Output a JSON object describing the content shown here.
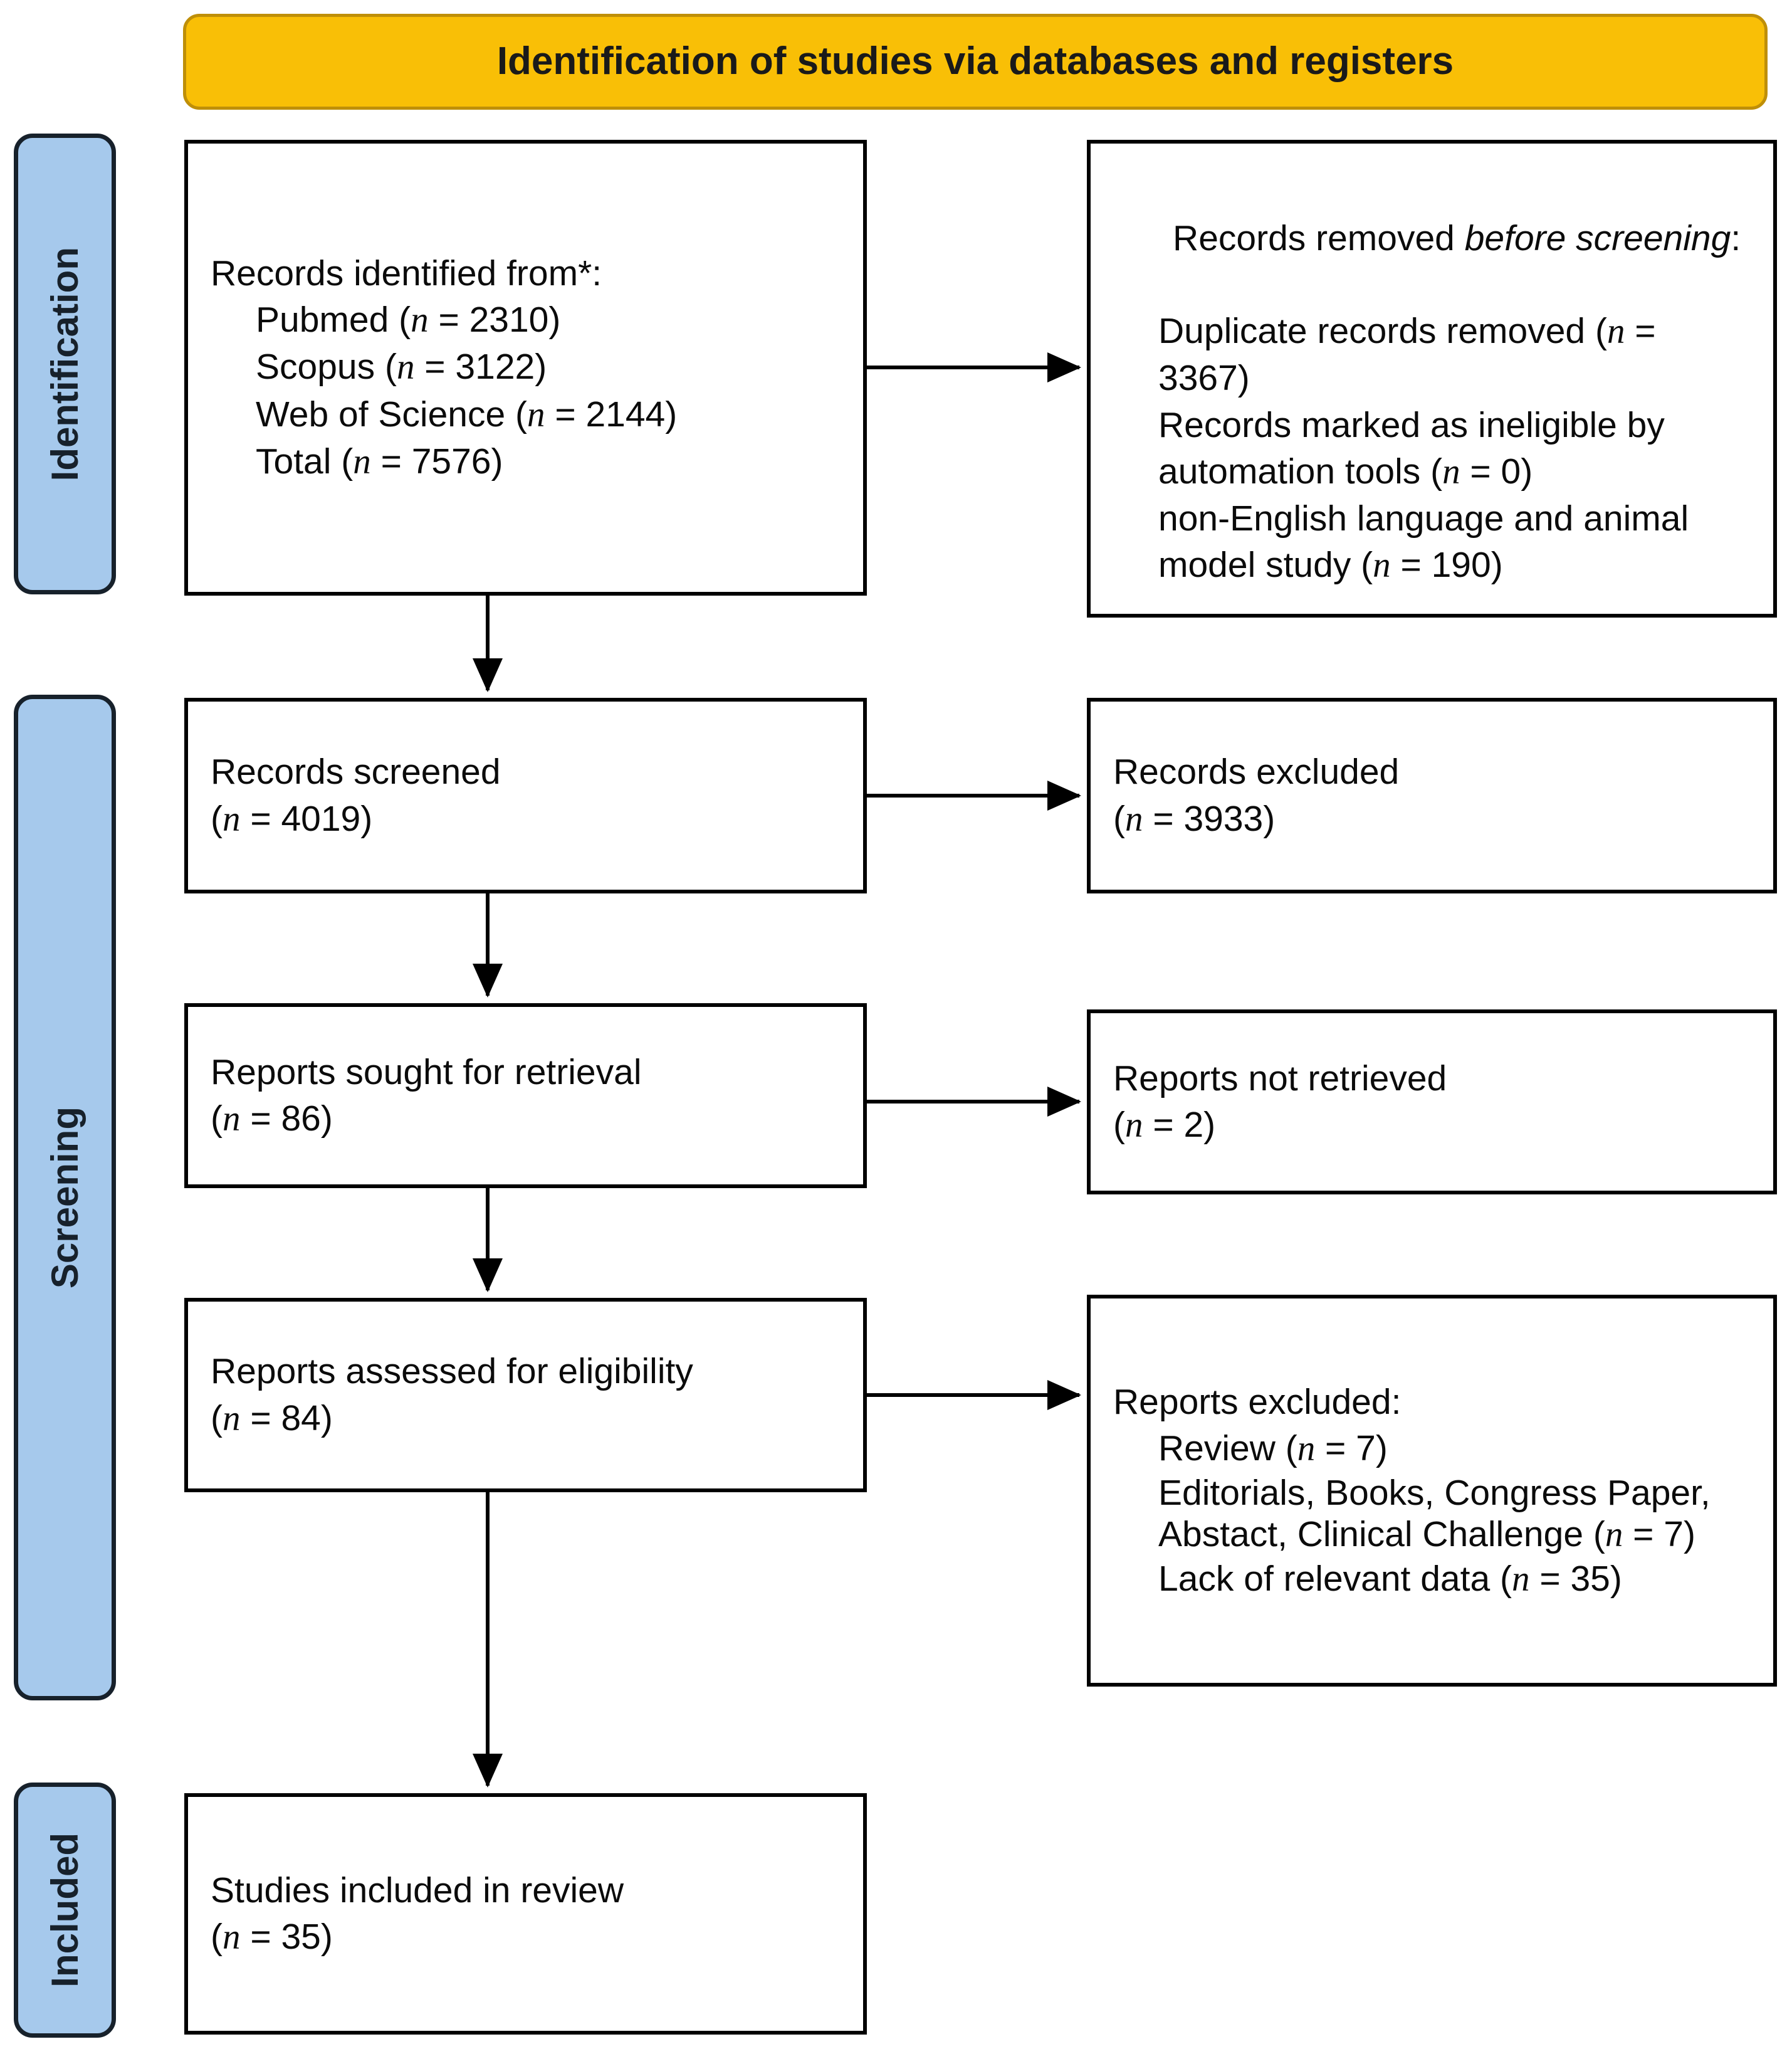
{
  "header": {
    "title": "Identification of studies via databases and registers",
    "bg_color": "#F9BF06",
    "border_color": "#BF8F08"
  },
  "stages": [
    {
      "key": "identification",
      "label": "Identification",
      "bg_color": "#A6C9EC"
    },
    {
      "key": "screening",
      "label": "Screening",
      "bg_color": "#A6C9EC"
    },
    {
      "key": "included",
      "label": "Included",
      "bg_color": "#A6C9EC"
    }
  ],
  "boxes": {
    "identified": {
      "title": "Records identified from*:",
      "lines": [
        "Pubmed (n = 2310)",
        "Scopus (n = 3122)",
        "Web of Science (n = 2144)",
        "Total (n = 7576)"
      ]
    },
    "removed_before_screening": {
      "title_plain": "Records removed ",
      "title_italic": "before screening",
      "title_suffix": ":",
      "lines": [
        "Duplicate records removed (n = 3367)",
        "Records marked as ineligible by automation tools (n = 0)",
        "non-English language and animal model study (n = 190)"
      ]
    },
    "screened": {
      "title": "Records screened",
      "count": "(n = 4019)"
    },
    "records_excluded": {
      "title": "Records excluded",
      "count": "(n = 3933)"
    },
    "sought": {
      "title": "Reports sought for retrieval",
      "count": "(n = 86)"
    },
    "not_retrieved": {
      "title": "Reports not retrieved",
      "count": "(n = 2)"
    },
    "assessed": {
      "title": "Reports assessed for eligibility",
      "count": "(n = 84)"
    },
    "reports_excluded": {
      "title": "Reports excluded:",
      "lines": [
        "Review (n = 7)",
        "Editorials, Books, Congress Paper, Abstact, Clinical Challenge (n = 7)",
        "Lack of relevant data (n = 35)"
      ]
    },
    "included": {
      "title": "Studies included in review",
      "count": "(n = 35)"
    }
  },
  "chart_data": {
    "type": "diagram",
    "title": "PRISMA 2020 flow diagram",
    "nodes": [
      {
        "id": "identified",
        "stage": "Identification",
        "column": "left",
        "label": "Records identified from*",
        "values": {
          "Pubmed": 2310,
          "Scopus": 3122,
          "Web of Science": 2144,
          "Total": 7576
        }
      },
      {
        "id": "removed_before_screening",
        "stage": "Identification",
        "column": "right",
        "label": "Records removed before screening",
        "values": {
          "Duplicate records removed": 3367,
          "Records marked as ineligible by automation tools": 0,
          "non-English language and animal model study": 190
        }
      },
      {
        "id": "screened",
        "stage": "Screening",
        "column": "left",
        "label": "Records screened",
        "n": 4019
      },
      {
        "id": "records_excluded",
        "stage": "Screening",
        "column": "right",
        "label": "Records excluded",
        "n": 3933
      },
      {
        "id": "sought",
        "stage": "Screening",
        "column": "left",
        "label": "Reports sought for retrieval",
        "n": 86
      },
      {
        "id": "not_retrieved",
        "stage": "Screening",
        "column": "right",
        "label": "Reports not retrieved",
        "n": 2
      },
      {
        "id": "assessed",
        "stage": "Screening",
        "column": "left",
        "label": "Reports assessed for eligibility",
        "n": 84
      },
      {
        "id": "reports_excluded",
        "stage": "Screening",
        "column": "right",
        "label": "Reports excluded",
        "values": {
          "Review": 7,
          "Editorials, Books, Congress Paper, Abstact, Clinical Challenge": 7,
          "Lack of relevant data": 35
        }
      },
      {
        "id": "included",
        "stage": "Included",
        "column": "left",
        "label": "Studies included in review",
        "n": 35
      }
    ],
    "edges": [
      {
        "from": "identified",
        "to": "removed_before_screening",
        "direction": "right"
      },
      {
        "from": "identified",
        "to": "screened",
        "direction": "down"
      },
      {
        "from": "screened",
        "to": "records_excluded",
        "direction": "right"
      },
      {
        "from": "screened",
        "to": "sought",
        "direction": "down"
      },
      {
        "from": "sought",
        "to": "not_retrieved",
        "direction": "right"
      },
      {
        "from": "sought",
        "to": "assessed",
        "direction": "down"
      },
      {
        "from": "assessed",
        "to": "reports_excluded",
        "direction": "right"
      },
      {
        "from": "assessed",
        "to": "included",
        "direction": "down"
      }
    ]
  }
}
